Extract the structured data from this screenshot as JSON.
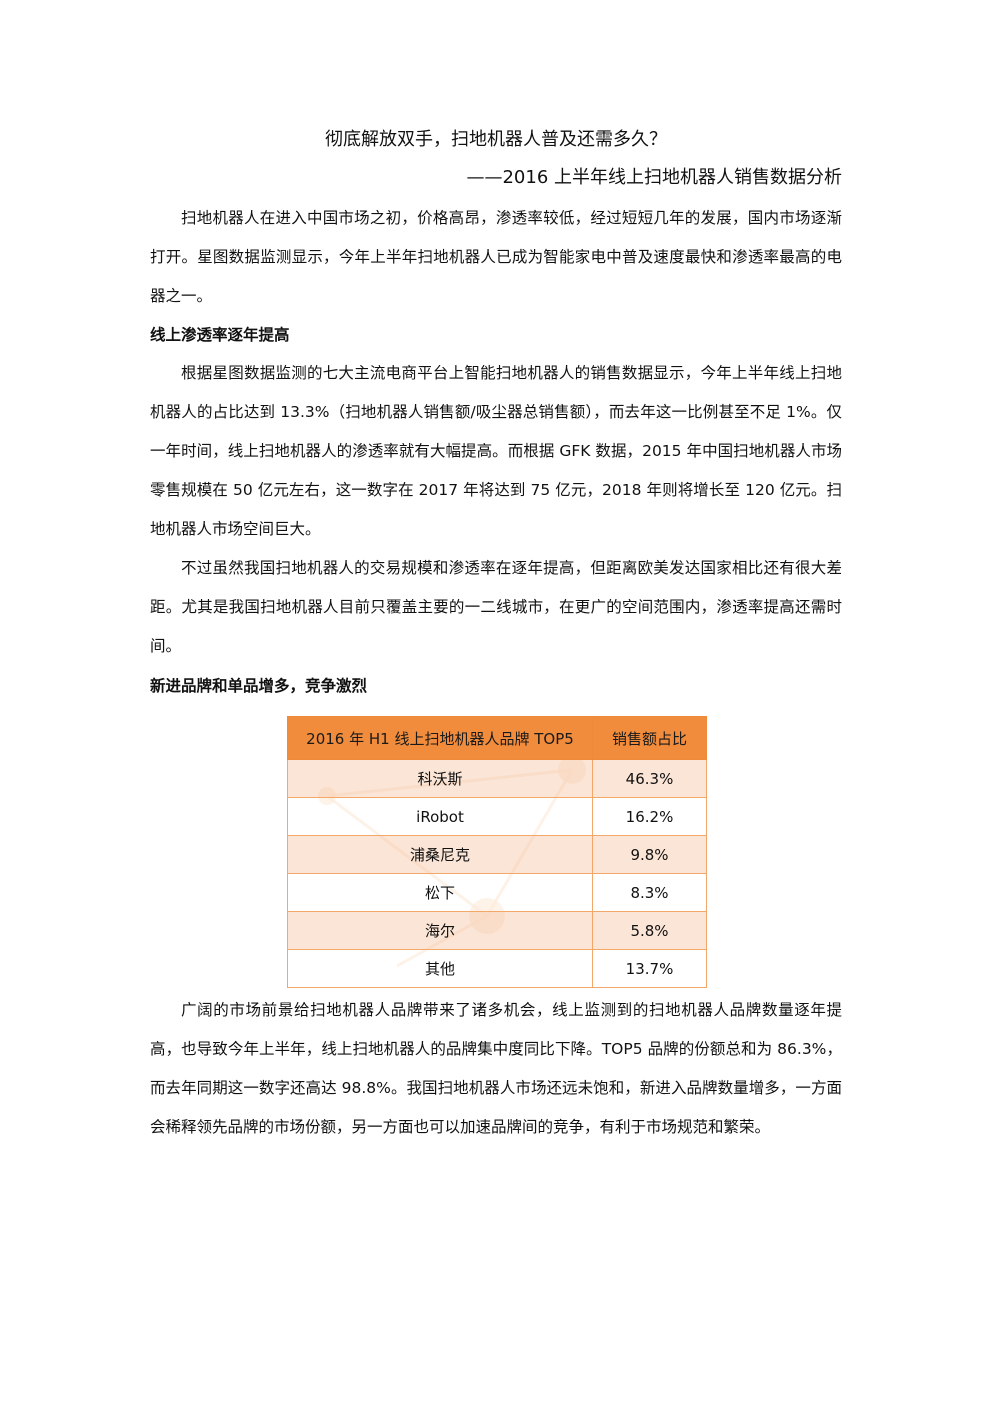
{
  "document": {
    "title": "彻底解放双手，扫地机器人普及还需多久？",
    "subtitle": "——2016 上半年线上扫地机器人销售数据分析",
    "paragraphs": {
      "p1": "扫地机器人在进入中国市场之初，价格高昂，渗透率较低，经过短短几年的发展，国内市场逐渐打开。星图数据监测显示，今年上半年扫地机器人已成为智能家电中普及速度最快和渗透率最高的电器之一。",
      "p2": "根据星图数据监测的七大主流电商平台上智能扫地机器人的销售数据显示，今年上半年线上扫地机器人的占比达到 13.3%（扫地机器人销售额/吸尘器总销售额），而去年这一比例甚至不足 1%。仅一年时间，线上扫地机器人的渗透率就有大幅提高。而根据 GFK 数据，2015 年中国扫地机器人市场零售规模在 50 亿元左右，这一数字在 2017 年将达到 75 亿元，2018 年则将增长至 120 亿元。扫地机器人市场空间巨大。",
      "p3": "不过虽然我国扫地机器人的交易规模和渗透率在逐年提高，但距离欧美发达国家相比还有很大差距。尤其是我国扫地机器人目前只覆盖主要的一二线城市，在更广的空间范围内，渗透率提高还需时间。",
      "p4": "广阔的市场前景给扫地机器人品牌带来了诸多机会，线上监测到的扫地机器人品牌数量逐年提高，也导致今年上半年，线上扫地机器人的品牌集中度同比下降。TOP5 品牌的份额总和为 86.3%，而去年同期这一数字还高达 98.8%。我国扫地机器人市场还远未饱和，新进入品牌数量增多，一方面会稀释领先品牌的市场份额，另一方面也可以加速品牌间的竞争，有利于市场规范和繁荣。"
    },
    "headings": {
      "h1": "线上渗透率逐年提高",
      "h2": "新进品牌和单品增多，竞争激烈"
    }
  },
  "table": {
    "headers": [
      "2016 年 H1 线上扫地机器人品牌 TOP5",
      "销售额占比"
    ],
    "rows": [
      [
        "科沃斯",
        "46.3%"
      ],
      [
        "iRobot",
        "16.2%"
      ],
      [
        "浦桑尼克",
        "9.8%"
      ],
      [
        "松下",
        "8.3%"
      ],
      [
        "海尔",
        "5.8%"
      ],
      [
        "其他",
        "13.7%"
      ]
    ],
    "colors": {
      "header_bg": "#f08c3c",
      "odd_row_bg": "#fadcc8",
      "border": "#f3a86a"
    }
  }
}
